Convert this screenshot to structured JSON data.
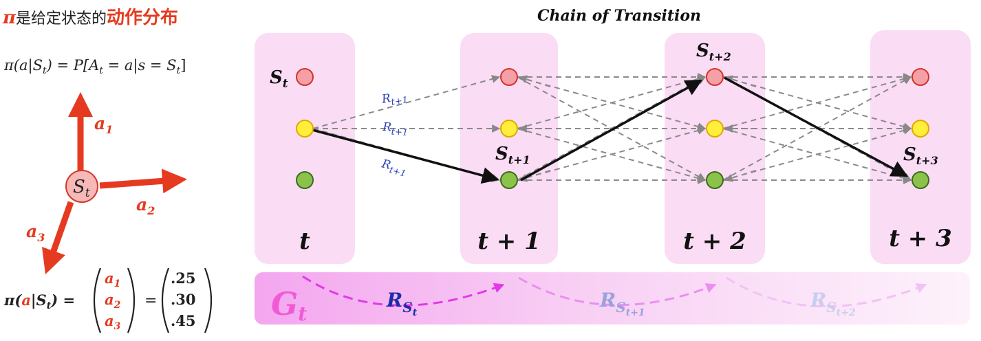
{
  "left": {
    "title_symbol": "π",
    "title_text": "是给定状态的",
    "title_emphasis": "动作分布",
    "formula_lhs": "π(a|S",
    "formula_lhs_sub": "t",
    "formula_mid": ") = P[A",
    "formula_mid_sub": "t",
    "formula_rest": " = a|s = S",
    "formula_rest_sub": "t",
    "formula_end": "]",
    "state_label": "S",
    "state_sub": "t",
    "actions": [
      {
        "label": "a",
        "sub": "1"
      },
      {
        "label": "a",
        "sub": "2"
      },
      {
        "label": "a",
        "sub": "3"
      }
    ],
    "vector_lhs_pi": "π(",
    "vector_lhs_a": "a",
    "vector_lhs_rest": "|S",
    "vector_lhs_sub": "t",
    "vector_lhs_close": ") =",
    "vector_actions": [
      {
        "label": "a",
        "sub": "1"
      },
      {
        "label": "a",
        "sub": "2"
      },
      {
        "label": "a",
        "sub": "3"
      }
    ],
    "vector_eq": "=",
    "probabilities": [
      ".25",
      ".30",
      ".45"
    ]
  },
  "chain": {
    "title": "Chain of Transition",
    "columns": [
      {
        "label": "t"
      },
      {
        "label": "t + 1"
      },
      {
        "label": "t + 2"
      },
      {
        "label": "t + 3"
      }
    ],
    "state_labels": [
      {
        "label": "S",
        "sub": "t"
      },
      {
        "label": "S",
        "sub": "t+1"
      },
      {
        "label": "S",
        "sub": "t+2"
      },
      {
        "label": "S",
        "sub": "t+3"
      }
    ],
    "reward_labels": [
      {
        "label": "R",
        "sub": "t+1"
      },
      {
        "label": "R",
        "sub": "t+1"
      },
      {
        "label": "R",
        "sub": "t+1"
      }
    ],
    "colors": {
      "red_node": "#f4a0a6",
      "yellow_node": "#ffee3a",
      "green_node": "#8bc34a",
      "column_bg": "#fadcf4",
      "accent": "#e53a1f"
    }
  },
  "return_bar": {
    "g_label": "G",
    "g_sub": "t",
    "rewards": [
      {
        "label": "R",
        "sub": "S",
        "subsub": "t"
      },
      {
        "label": "R",
        "sub": "S",
        "subsub": "t+1"
      },
      {
        "label": "R",
        "sub": "S",
        "subsub": "t+2"
      }
    ]
  }
}
